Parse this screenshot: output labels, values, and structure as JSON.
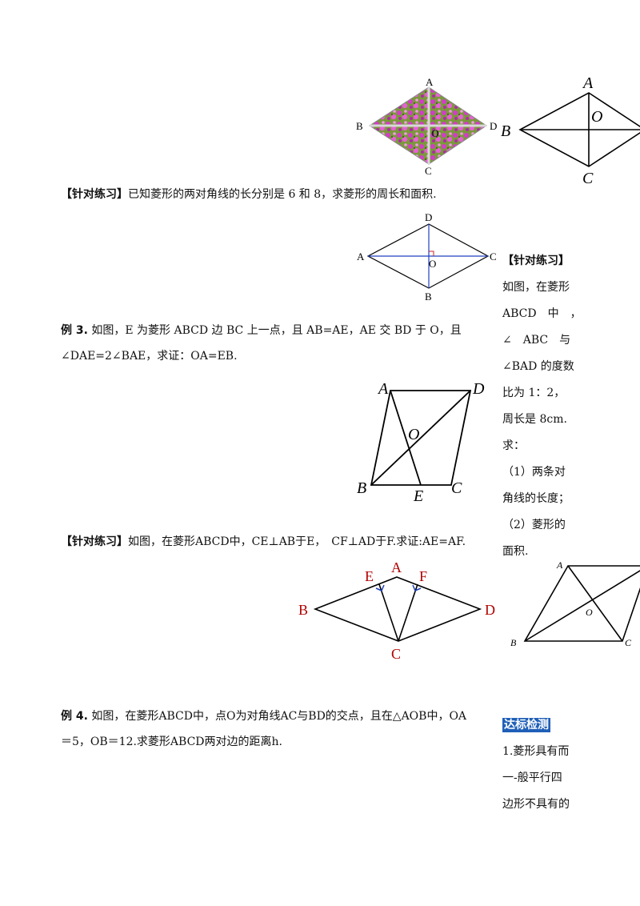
{
  "fig1": {
    "A": "A",
    "B": "B",
    "C": "C",
    "D": "D",
    "O": "O"
  },
  "fig2": {
    "A": "A",
    "B": "B",
    "C": "C",
    "O": "O"
  },
  "practice1": {
    "tag": "【针对练习】",
    "text": "已知菱形的两对角线的长分别是 6 和 8，求菱形的周长和面积."
  },
  "fig3": {
    "A": "A",
    "B": "B",
    "C": "C",
    "D": "D",
    "O": "O"
  },
  "side1": {
    "tag": "【针对练习】",
    "lines": [
      "如图，在菱形",
      "ABCD　中　，",
      "∠　ABC　与",
      "∠BAD 的度数",
      "比为 1：2，",
      "周长是 8cm.",
      "求：",
      "（1）两条对",
      "角线的长度；",
      "（2）菱形的",
      "面积."
    ]
  },
  "example3": {
    "label": "例 3.",
    "line1": "如图，E 为菱形 ABCD 边 BC 上一点，且 AB=AE，AE 交 BD 于 O，且",
    "line2": "∠DAE=2∠BAE，求证：OA=EB."
  },
  "fig4": {
    "A": "A",
    "B": "B",
    "C": "C",
    "D": "D",
    "E": "E",
    "O": "O"
  },
  "practice2": {
    "tag": "【针对练习】",
    "text": "如图，在菱形ABCD中，CE⊥AB于E，　CF⊥AD于F.求证:AE=AF."
  },
  "fig5": {
    "A": "A",
    "B": "B",
    "C": "C",
    "D": "D",
    "E": "E",
    "F": "F"
  },
  "fig6": {
    "A": "A",
    "B": "B",
    "C": "C",
    "O": "O"
  },
  "example4": {
    "label": "例 4.",
    "line1": "如图，在菱形ABCD中，点O为对角线AC与BD的交点，且在△AOB中，OA",
    "line2": "＝5，OB＝12.求菱形ABCD两对边的距离h."
  },
  "side2": {
    "badge": "达标检测",
    "lines": [
      "1.菱形具有而",
      "一-般平行四",
      "边形不具有的"
    ]
  }
}
